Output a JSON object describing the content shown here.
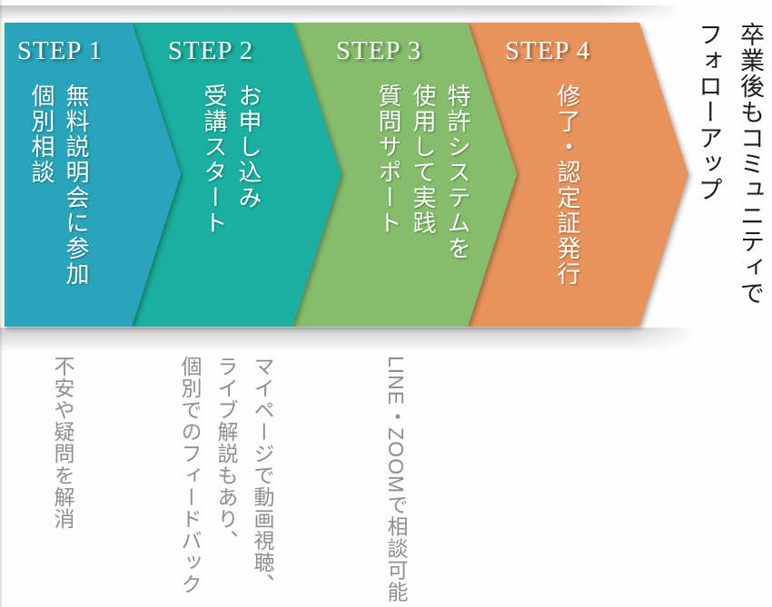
{
  "steps": [
    {
      "label": "STEP 1",
      "body": "無料説明会に参加\n個別相談",
      "note": "不安や疑問を解消",
      "color": "#29a5bb"
    },
    {
      "label": "STEP 2",
      "body": "お申し込み\n受講スタート",
      "note": "マイページで動画視聴、\nライブ解説もあり、\n個別でのフィードバック",
      "color": "#1aafa0"
    },
    {
      "label": "STEP 3",
      "body": "特許システムを\n使用して実践\n質問サポート",
      "note": "LINE・ZOOMで相談可能",
      "color": "#85bd6c"
    },
    {
      "label": "STEP 4",
      "body": "修了・認定証発行",
      "note": "",
      "color": "#e9935c"
    }
  ],
  "side_note": "卒業後もコミュニティで\nフォローアップ",
  "colors": {
    "note_text": "#8f8f8f",
    "side_text": "#1f1f1f",
    "step_text": "#ffffff"
  }
}
